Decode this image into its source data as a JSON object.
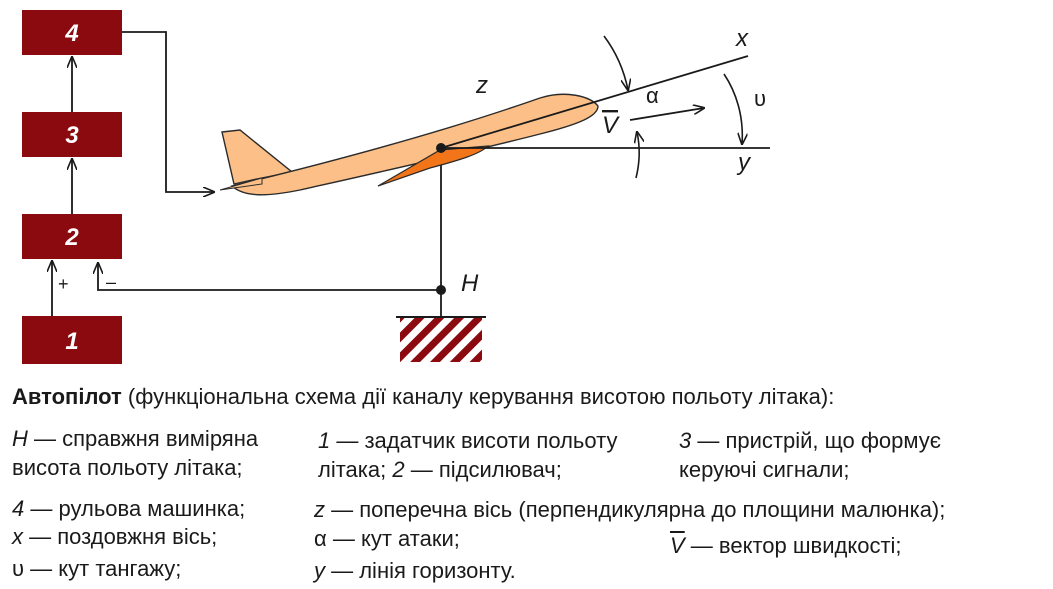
{
  "diagram": {
    "blocks": [
      {
        "label": "4"
      },
      {
        "label": "3"
      },
      {
        "label": "2"
      },
      {
        "label": "1"
      }
    ],
    "signs": {
      "plus": "+",
      "minus": "–"
    },
    "labels": {
      "z": "z",
      "x": "x",
      "y": "y",
      "H": "H",
      "alpha": "α",
      "theta": "υ",
      "V": "V"
    },
    "colors": {
      "block": "#8b0a0f",
      "plane_body": "#fbbf87",
      "plane_wing": "#f2751a",
      "hatch": "#8b0a0f"
    }
  },
  "caption": {
    "title_bold": "Автопілот",
    "title_rest": " (функціональна схема дії каналу керування висотою польоту літака):",
    "col1": {
      "h_sym": "H",
      "h_text": " — справжня виміряна",
      "h_text2": "висота польоту літака;",
      "n4_sym": "4",
      "n4_text": " — рульова машинка;",
      "x_sym": "x",
      "x_text": " — поздовжня вісь;",
      "theta_sym": "υ",
      "theta_text": " — кут тангажу;"
    },
    "col2": {
      "n1_sym": "1",
      "n1_text": " — задатчик висоти польоту",
      "n1_text2": "літака;",
      "n2_sym": "2",
      "n2_text": " — підсилювач;",
      "z_sym": "z",
      "z_text": " — поперечна  вісь (перпендикулярна до площини малюнка);",
      "alpha_sym": "α",
      "alpha_text": " — кут  атаки;",
      "y_sym": "y",
      "y_text": " — лінія горизонту."
    },
    "col3": {
      "n3_sym": "3",
      "n3_text": " — пристрій, що формує",
      "n3_text2": "керуючі сигнали;",
      "v_sym": "V",
      "v_text": " — вектор швидкості;"
    }
  }
}
